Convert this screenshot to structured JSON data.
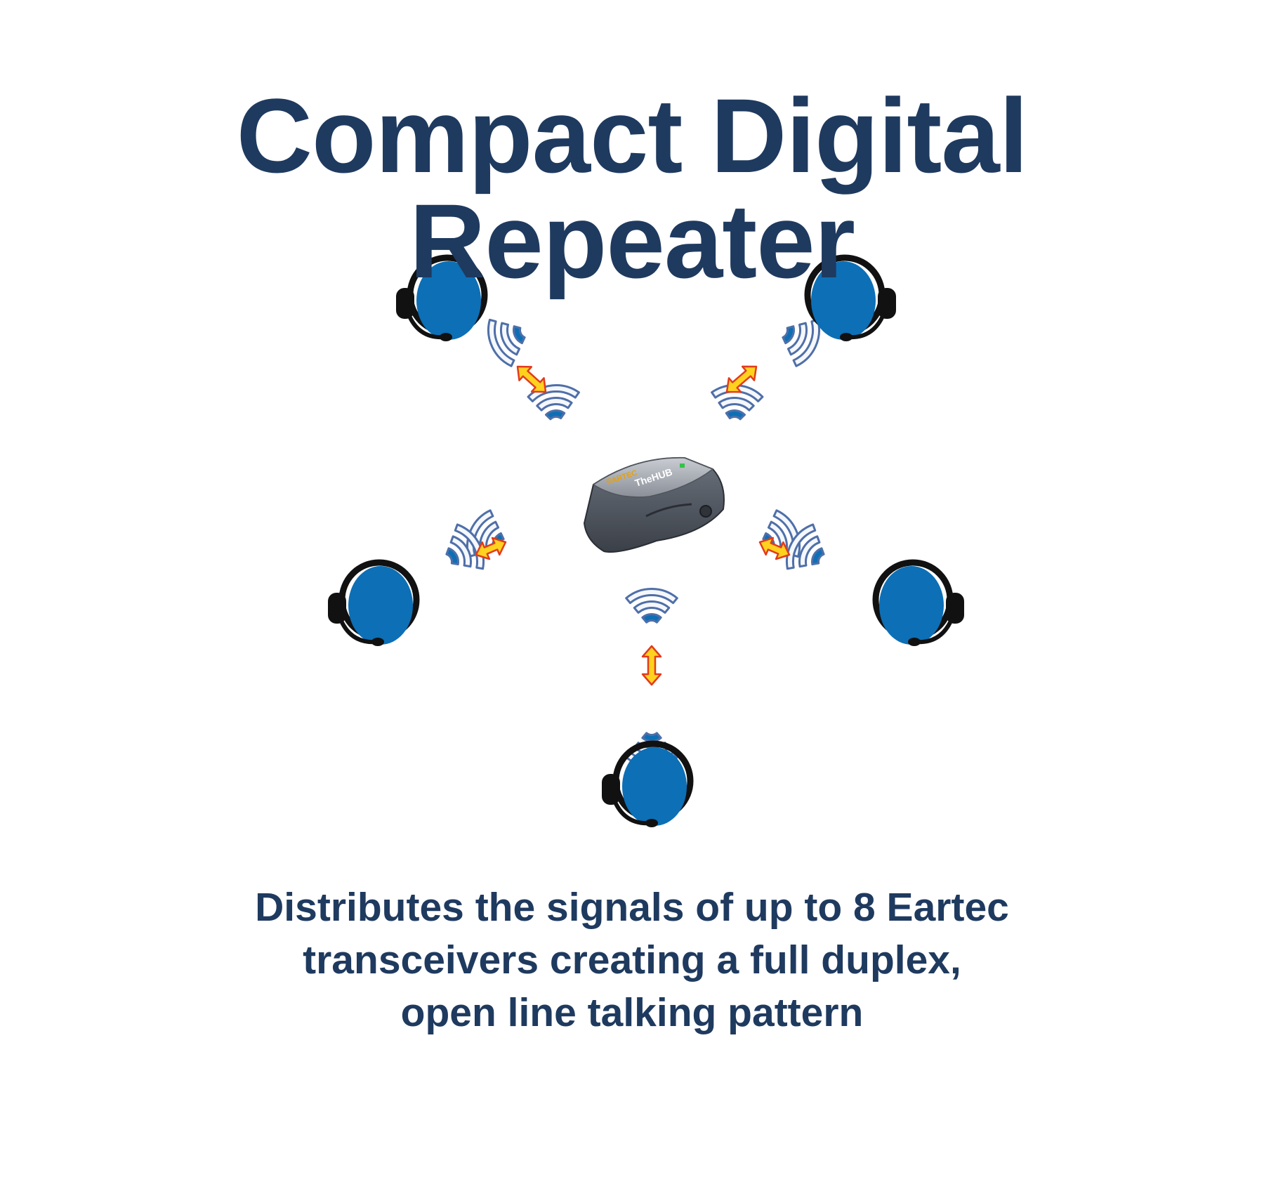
{
  "title": "Compact Digital Repeater",
  "caption": {
    "lines": [
      "Distributes the signals of up to 8 Eartec",
      "transceivers creating a full duplex,",
      "open line talking pattern"
    ]
  },
  "device": {
    "name": "The HUB hub device",
    "brand_text": "EARTEC",
    "model_text": "TheHUB"
  },
  "colors": {
    "text": "#1f3a5f",
    "head": "#0d6fb5",
    "headset": "#111111",
    "wave_fill": "#f4f7fc",
    "wave_edge": "#4f6fa8",
    "arrow_fill": "#ffd21f",
    "arrow_edge": "#e23b1b",
    "device": "#4c5460"
  },
  "users": [
    {
      "id": "top-left",
      "icons": [
        "headset-user-icon"
      ]
    },
    {
      "id": "top-right",
      "icons": [
        "headset-user-icon"
      ]
    },
    {
      "id": "middle-left",
      "icons": [
        "headset-user-icon"
      ]
    },
    {
      "id": "middle-right",
      "icons": [
        "headset-user-icon"
      ]
    },
    {
      "id": "bottom",
      "icons": [
        "headset-user-icon"
      ]
    }
  ]
}
